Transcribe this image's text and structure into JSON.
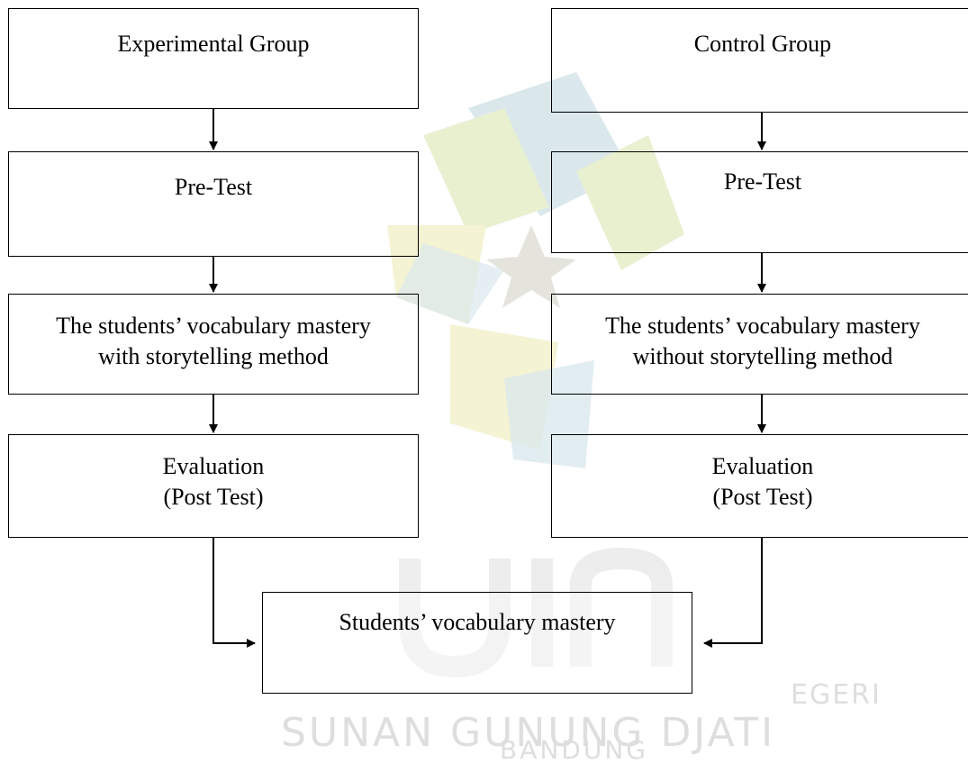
{
  "diagram": {
    "experimental_group": {
      "title": "Experimental Group",
      "pre_test": "Pre-Test",
      "treatment": {
        "line1": "The students’ vocabulary mastery",
        "line2": "with storytelling method"
      },
      "evaluation": {
        "line1": "Evaluation",
        "line2": "(Post Test)"
      }
    },
    "control_group": {
      "title": "Control Group",
      "pre_test": "Pre-Test",
      "treatment": {
        "line1": "The students’ vocabulary mastery",
        "line2": "without storytelling method"
      },
      "evaluation": {
        "line1": "Evaluation",
        "line2": "(Post Test)"
      }
    },
    "outcome": "Students’ vocabulary mastery"
  },
  "watermark": {
    "line1": "EGERI",
    "line2": "SUNAN GUNUNG DJATI",
    "line3": "BANDUNG"
  },
  "colors": {
    "stroke": "#000000",
    "watermark_blue": "#cfe0e6",
    "watermark_green": "#e4edc6",
    "watermark_yellow": "#f2f1c9",
    "watermark_text": "#dedede"
  }
}
